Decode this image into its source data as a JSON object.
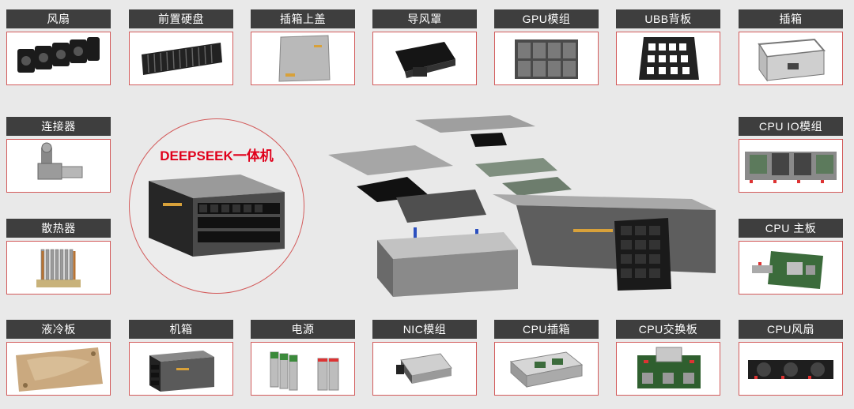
{
  "components": {
    "fan": "风扇",
    "front_drive": "前置硬盘",
    "chassis_top_cover": "插箱上盖",
    "air_duct": "导风罩",
    "gpu_module": "GPU模组",
    "ubb_backplane": "UBB背板",
    "sub_chassis": "插箱",
    "connector": "连接器",
    "cpu_io_module": "CPU IO模组",
    "heatsink": "散热器",
    "cpu_mainboard": "CPU 主板",
    "liquid_cold_plate": "液冷板",
    "chassis": "机箱",
    "power_supply": "电源",
    "nic_module": "NIC模组",
    "cpu_sub_chassis": "CPU插箱",
    "cpu_switch_board": "CPU交换板",
    "cpu_fan": "CPU风扇"
  },
  "hero": {
    "title": "DEEPSEEK一体机"
  },
  "colors": {
    "accent": "#e0001b",
    "tile_border": "#d35b5b",
    "label_bg": "#3e3e3e",
    "background": "#e9e9e9"
  }
}
